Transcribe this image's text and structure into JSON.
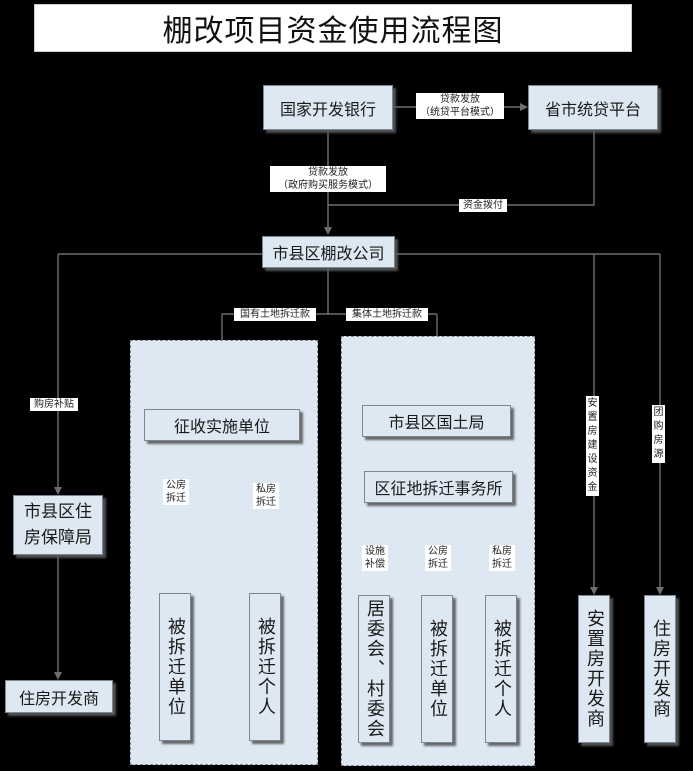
{
  "title": "棚改项目资金使用流程图",
  "nodes": {
    "cdb": "国家开发银行",
    "platform": "省市统贷平台",
    "company": "市县区棚改公司",
    "levy_unit": "征收实施单位",
    "land_bureau": "市县区国土局",
    "demolition_office": "区征地拆迁事务所",
    "housing_bureau": "市县区住\n房保障局",
    "developer_left": "住房开发商",
    "demolished_unit_1": "被拆迁单位",
    "demolished_person_1": "被拆迁个人",
    "committee": "居委会、村委会",
    "demolished_unit_2": "被拆迁单位",
    "demolished_person_2": "被拆迁个人",
    "resettlement_developer": "安置房开发商",
    "housing_developer_right": "住房开发商"
  },
  "labels": {
    "loan_platform": "贷款发放\n（统贷平台模式）",
    "loan_gov": "贷款发放\n（政府购买服务模式）",
    "fund_allocation": "资金拨付",
    "state_land": "国有土地拆迁款",
    "collective_land": "集体土地拆迁款",
    "purchase_subsidy": "购房补贴",
    "public_1": "公房\n拆迁",
    "private_1": "私房\n拆迁",
    "facility_comp": "设施\n补偿",
    "public_2": "公房\n拆迁",
    "private_2": "私房\n拆迁",
    "resettlement_fund": "安置房建设资金",
    "group_purchase": "团购房源"
  },
  "colors": {
    "background": "#000000",
    "node_fill": "#dde8f2",
    "connector": "#6e6e6e"
  }
}
